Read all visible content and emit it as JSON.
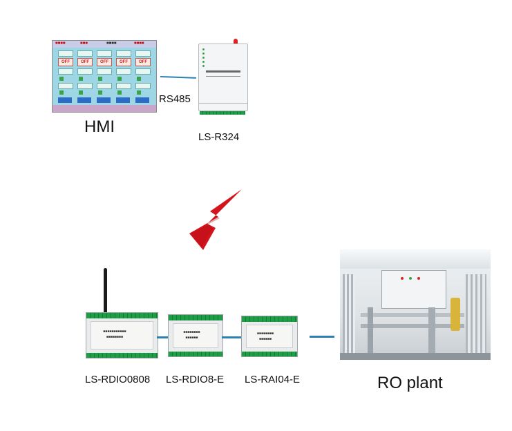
{
  "connection_label": "RS485",
  "devices": {
    "hmi": {
      "label": "HMI"
    },
    "radio": {
      "label": "LS-R324"
    },
    "rdio0808": {
      "label": "LS-RDIO0808"
    },
    "rdio8e": {
      "label": "LS-RDIO8-E"
    },
    "rai04e": {
      "label": "LS-RAI04-E"
    },
    "ro_plant": {
      "label": "RO plant"
    }
  },
  "colors": {
    "link": "#2a7fb3",
    "wireless_bolt": "#d4131c",
    "terminal_green": "#1f9e47"
  },
  "icons": [
    "wireless-lightning-icon",
    "antenna-icon"
  ]
}
